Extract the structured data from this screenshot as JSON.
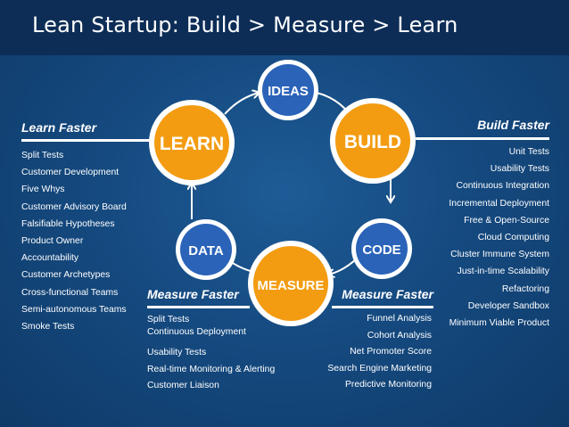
{
  "title": "Lean Startup: Build > Measure > Learn",
  "nodes": {
    "ideas": "IDEAS",
    "build": "BUILD",
    "code": "CODE",
    "measure": "MEASURE",
    "data": "DATA",
    "learn": "LEARN"
  },
  "learn_faster": {
    "heading": "Learn Faster",
    "items": [
      "Split Tests",
      "Customer Development",
      "Five Whys",
      "Customer Advisory Board",
      "Falsifiable Hypotheses",
      "Product Owner",
      "Accountability",
      "Customer Archetypes",
      "Cross-functional Teams",
      "Semi-autonomous Teams",
      "Smoke Tests"
    ]
  },
  "build_faster": {
    "heading": "Build Faster",
    "items": [
      "Unit Tests",
      "Usability Tests",
      "Continuous Integration",
      "Incremental Deployment",
      "Free & Open-Source",
      "Cloud Computing",
      "Cluster Immune System",
      "Just-in-time Scalability",
      "Refactoring",
      "Developer Sandbox",
      "Minimum Viable Product"
    ]
  },
  "measure_faster_left": {
    "heading": "Measure Faster",
    "items": [
      "Split Tests",
      "Continuous Deployment",
      "Usability Tests",
      "Real-time Monitoring & Alerting",
      "Customer Liaison"
    ]
  },
  "measure_faster_right": {
    "heading": "Measure Faster",
    "items": [
      "Funnel Analysis",
      "Cohort Analysis",
      "Net Promoter Score",
      "Search Engine Marketing",
      "Predictive Monitoring"
    ]
  },
  "colors": {
    "orange": "#f39c12",
    "blue": "#2a63b8",
    "ring": "#ffffff",
    "title_bar": "#0d2d57"
  }
}
